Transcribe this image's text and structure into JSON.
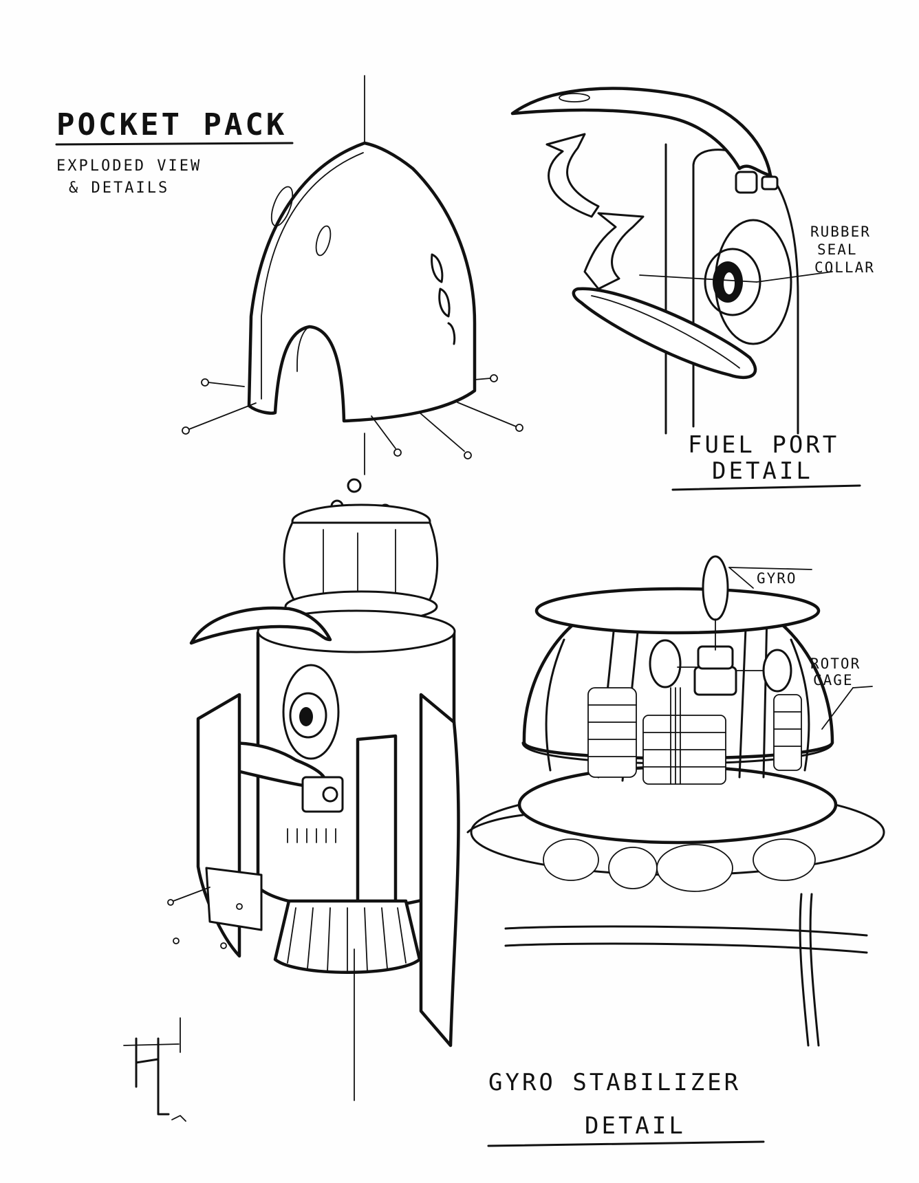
{
  "title": "POCKET PACK",
  "subtitle_line1": "EXPLODED VIEW",
  "subtitle_line2": "& DETAILS",
  "fuel_port": {
    "label_line1": "FUEL PORT",
    "label_line2": "DETAIL",
    "callout_line1": "RUBBER",
    "callout_line2": "SEAL",
    "callout_line3": "COLLAR"
  },
  "gyro": {
    "label_line1": "GYRO STABILIZER",
    "label_line2": "DETAIL",
    "callout_gyro": "GYRO",
    "callout_rotor_line1": "ROTOR",
    "callout_rotor_line2": "CAGE"
  }
}
